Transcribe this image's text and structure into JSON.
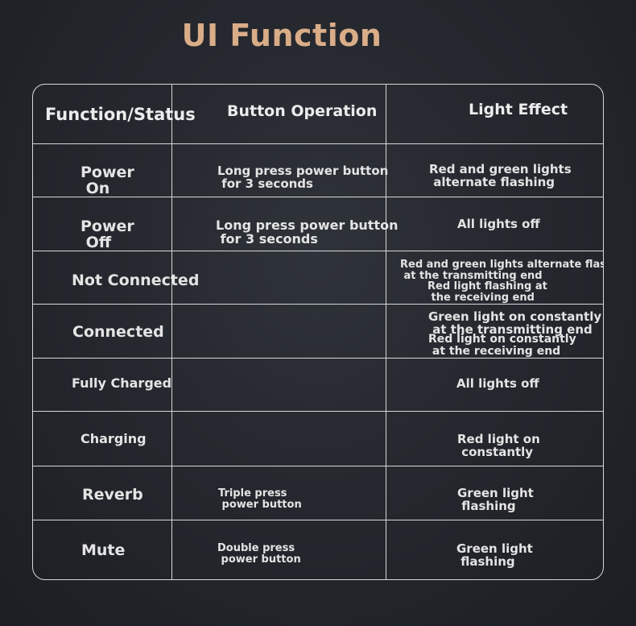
{
  "title": "UI Function",
  "headers": {
    "function": "Function/Status",
    "button": "Button Operation",
    "light": "Light Effect"
  },
  "rows": [
    {
      "function": "Power\n On",
      "button": "Long press power button\n for 3 seconds",
      "light": "Red and green lights\n alternate flashing"
    },
    {
      "function": "Power\n Off",
      "button": "Long press power button\n for 3 seconds",
      "light": "All lights off"
    },
    {
      "function": "Not Connected",
      "button": "",
      "light": "Red and green lights alternate flashing\n at the transmitting end",
      "light_extra": "Red light flashing at\n the receiving end"
    },
    {
      "function": "Connected",
      "button": "",
      "light": "Green light on constantly\n at the transmitting end",
      "light_extra": "Red light on constantly\n at the receiving end"
    },
    {
      "function": "Fully Charged",
      "button": "",
      "light": "All lights off"
    },
    {
      "function": "Charging",
      "button": "",
      "light": "Red light on\n constantly"
    },
    {
      "function": "Reverb",
      "button": "Triple press\n power button",
      "light": "Green light\n flashing"
    },
    {
      "function": "Mute",
      "button": "Double press\n power button",
      "light": "Green light\n flashing"
    }
  ]
}
